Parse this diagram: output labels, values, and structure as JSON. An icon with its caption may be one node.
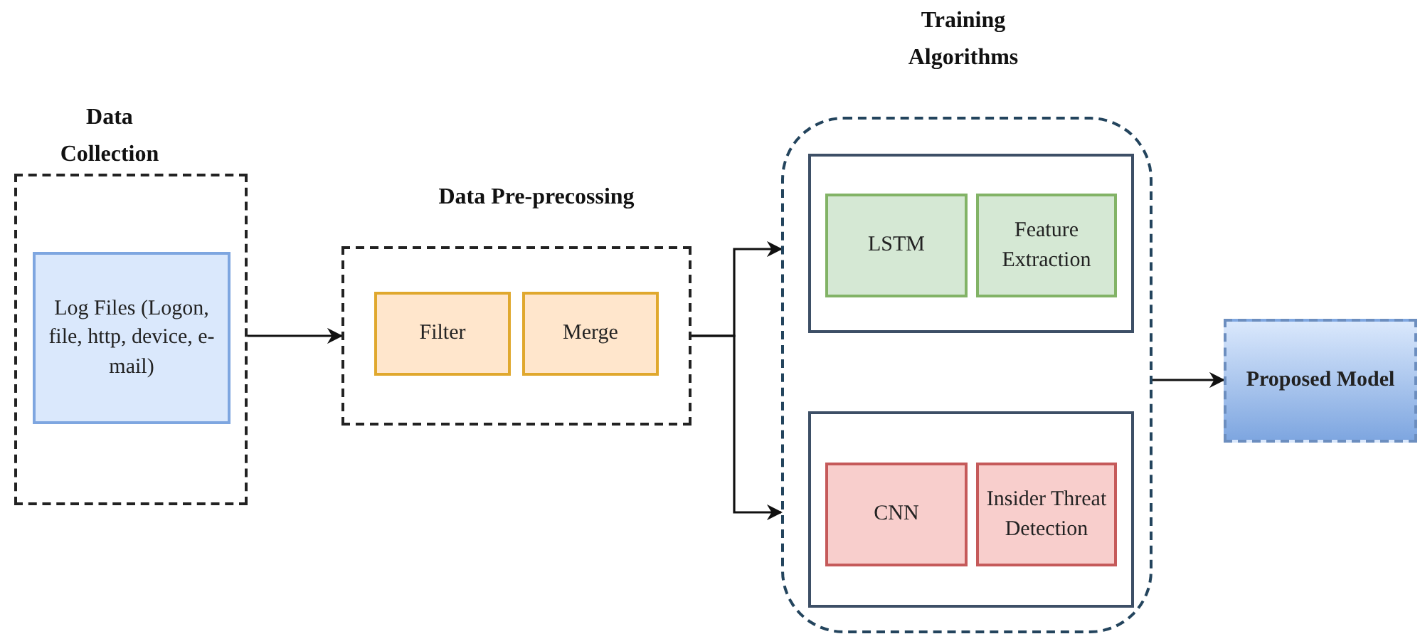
{
  "diagram": {
    "nodes": [
      {
        "text": [
          "Data Collection"
        ]
      },
      {
        "text": [
          "Log Files (Logon, file, http, device, e-mail)"
        ],
        "in": 0
      },
      {
        "text": [
          "Data Pre-precossing"
        ]
      },
      {
        "text": [
          "Filter"
        ],
        "in": 2
      },
      {
        "text": [
          "Merge"
        ],
        "in": 2
      },
      {
        "text": [
          "Training Algorithms"
        ]
      },
      {
        "text": [],
        "shape": "box",
        "in": 5
      },
      {
        "text": [
          "LSTM"
        ],
        "in": 6
      },
      {
        "text": [
          "Feature Extraction"
        ],
        "in": 6
      },
      {
        "text": [],
        "shape": "box",
        "in": 5
      },
      {
        "text": [
          "CNN"
        ],
        "in": 9
      },
      {
        "text": [
          "Insider Threat Detection"
        ],
        "in": 9
      },
      {
        "text": [
          "Proposed Model"
        ]
      }
    ],
    "edges": [
      {
        "from": 0,
        "to": 2,
        "arrow": "to"
      },
      {
        "from": 2,
        "to": 5,
        "arrow": "to"
      },
      {
        "from": 2,
        "to": 5,
        "arrow": "to"
      },
      {
        "from": 5,
        "to": 12,
        "arrow": "to"
      }
    ]
  }
}
